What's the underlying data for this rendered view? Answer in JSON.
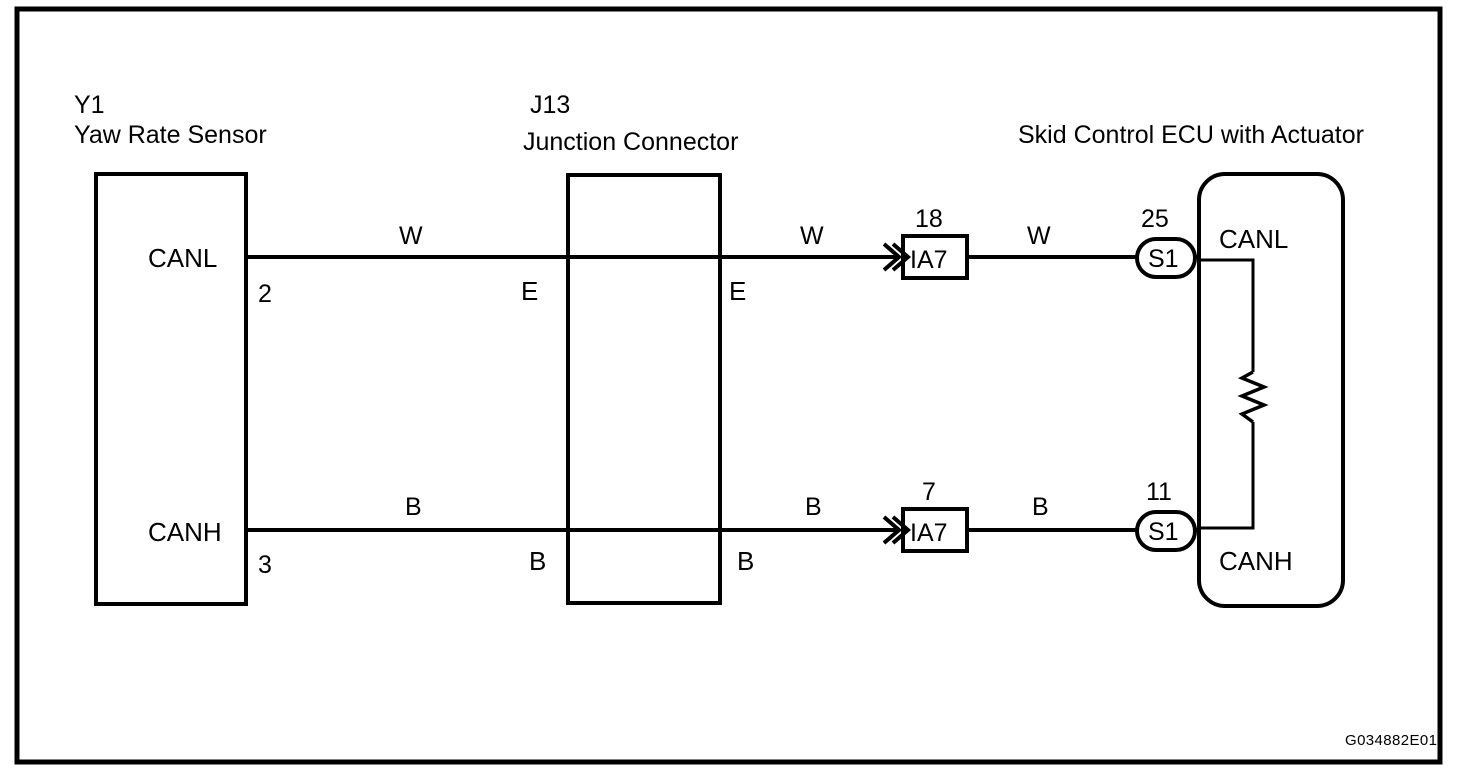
{
  "diagram": {
    "title_code": "G034882E01",
    "components": [
      {
        "ref": "Y1",
        "name": "Yaw Rate Sensor",
        "terminals": [
          {
            "label": "CANL",
            "pin": "2"
          },
          {
            "label": "CANH",
            "pin": "3"
          }
        ]
      },
      {
        "ref": "J13",
        "name": "Junction Connector",
        "terminals": [
          {
            "label": "E",
            "pin": ""
          },
          {
            "label": "B",
            "pin": ""
          }
        ]
      },
      {
        "ref": "",
        "name": "Skid Control ECU with Actuator",
        "terminals": [
          {
            "label": "CANL",
            "pin": "25"
          },
          {
            "label": "CANH",
            "pin": "11"
          }
        ]
      }
    ],
    "inline_connectors": [
      {
        "name": "IA7",
        "pin": "18",
        "shape": "rect"
      },
      {
        "name": "IA7",
        "pin": "7",
        "shape": "rect"
      },
      {
        "name": "S1",
        "pin": "25",
        "shape": "oval"
      },
      {
        "name": "S1",
        "pin": "11",
        "shape": "oval"
      }
    ],
    "wires": [
      {
        "id": "canl",
        "from": "Y1-2",
        "to": "ECU-25",
        "segment_colors": [
          "W",
          "W",
          "W"
        ],
        "junction_labels": [
          "E",
          "E"
        ]
      },
      {
        "id": "canh",
        "from": "Y1-3",
        "to": "ECU-11",
        "segment_colors": [
          "B",
          "B",
          "B"
        ],
        "junction_labels": [
          "B",
          "B"
        ]
      }
    ],
    "internal": {
      "element": "termination-resistor"
    }
  },
  "labels": {
    "y1_ref": "Y1",
    "y1_name": "Yaw Rate Sensor",
    "j13_ref": "J13",
    "j13_name": "Junction Connector",
    "ecu_name": "Skid Control ECU with Actuator",
    "left_canl": "CANL",
    "left_canh": "CANH",
    "pin_2": "2",
    "pin_3": "3",
    "w1": "W",
    "w2": "W",
    "w3": "W",
    "b1": "B",
    "b2": "B",
    "b3": "B",
    "jc_e_left": "E",
    "jc_e_right": "E",
    "jc_b_left": "B",
    "jc_b_right": "B",
    "ia7_top_pin": "18",
    "ia7_top_name": "IA7",
    "ia7_bot_pin": "7",
    "ia7_bot_name": "IA7",
    "s1_top_pin": "25",
    "s1_top_name": "S1",
    "s1_bot_pin": "11",
    "s1_bot_name": "S1",
    "ecu_canl": "CANL",
    "ecu_canh": "CANH",
    "figure_code": "G034882E01"
  },
  "colors": {
    "line": "#000000",
    "background": "#ffffff"
  }
}
